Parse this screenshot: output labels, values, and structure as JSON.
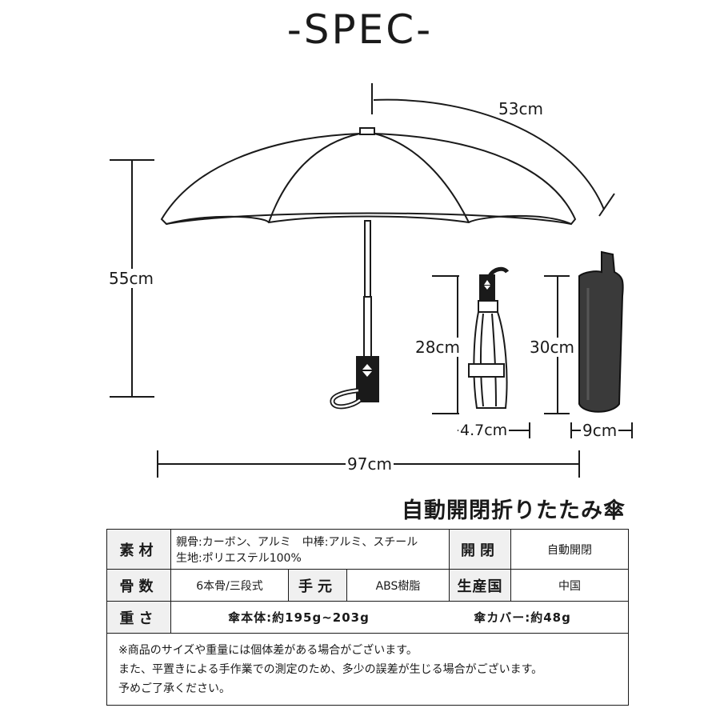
{
  "title": "-SPEC-",
  "product_name": "自動開閉折りたたみ傘",
  "dimensions": {
    "rib_length": "53cm",
    "height": "55cm",
    "width": "97cm",
    "folded_length": "28cm",
    "folded_diameter": "4.7cm",
    "cover_length": "30cm",
    "cover_width": "9cm"
  },
  "spec_table": {
    "material": {
      "label": "素材",
      "line1": "親骨:カーボン、アルミ　中棒:アルミ、スチール",
      "line2": "生地:ポリエステル100%"
    },
    "opening": {
      "label": "開閉",
      "value": "自動開閉"
    },
    "ribs": {
      "label": "骨数",
      "value": "6本骨/三段式"
    },
    "handle": {
      "label": "手元",
      "value": "ABS樹脂"
    },
    "origin": {
      "label": "生産国",
      "value": "中国"
    },
    "weight": {
      "label": "重さ",
      "body": "傘本体:約195g~203g",
      "cover": "傘カバー:約48g"
    },
    "notes": [
      "※商品のサイズや重量には個体差がある場合がございます。",
      "また、平置きによる手作業での測定のため、多少の誤差が生じる場合がございます。",
      "予めご了承ください。"
    ]
  },
  "colors": {
    "ink": "#1a1a1a",
    "cover": "#3a3a3a",
    "header_bg": "#f0f0f0"
  }
}
